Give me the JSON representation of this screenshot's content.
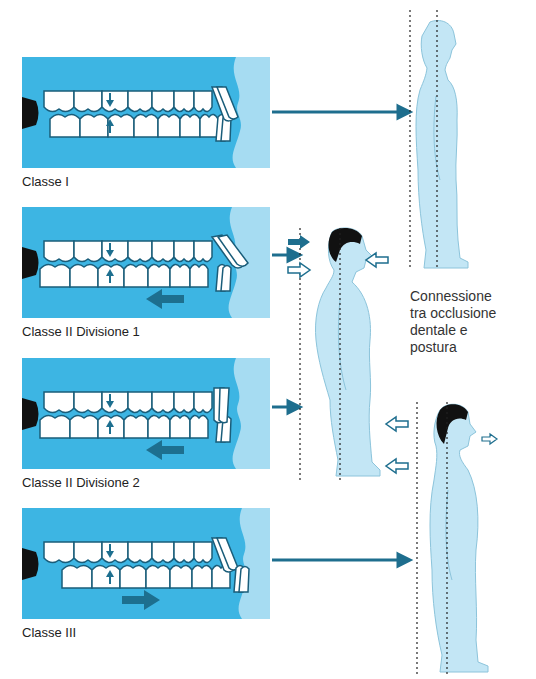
{
  "diagram": {
    "nodes": [
      {
        "text": [
          "Classe I"
        ]
      },
      {
        "text": [
          "Classe II Divisione 1"
        ]
      },
      {
        "text": [
          "Classe II Divisione 2"
        ]
      },
      {
        "text": [
          "Classe III"
        ]
      }
    ],
    "labels": [
      "Connessione tra occlusione dentale e postura"
    ]
  }
}
